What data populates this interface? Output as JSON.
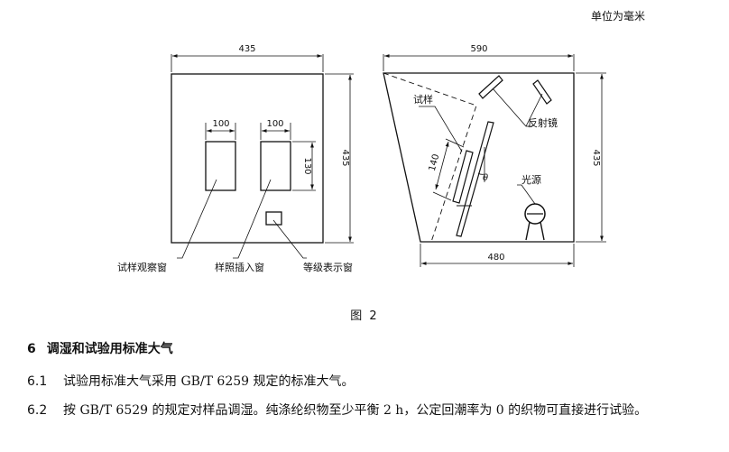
{
  "figure": {
    "unit_note": "单位为毫米",
    "caption": "图 2",
    "front_view": {
      "width_dim": "435",
      "height_dim": "435",
      "window_width_dim_1": "100",
      "window_width_dim_2": "100",
      "window_height_dim": "130",
      "label_observation_window": "试样观察窗",
      "label_sample_insert_window": "样照插入窗",
      "label_grade_display_window": "等级表示窗"
    },
    "side_view": {
      "top_width_dim": "590",
      "bottom_width_dim": "480",
      "height_dim": "435",
      "sample_length_dim": "140",
      "angle_symbol": "θ",
      "label_sample": "试样",
      "label_reflector": "反射镜",
      "label_light_source": "光源"
    }
  },
  "section": {
    "number": "6",
    "title": "调湿和试验用标准大气"
  },
  "clauses": [
    {
      "number": "6.1",
      "text": "试验用标准大气采用 GB/T 6259 规定的标准大气。"
    },
    {
      "number": "6.2",
      "text": "按 GB/T 6529 的规定对样品调湿。纯涤纶织物至少平衡 2 h，公定回潮率为 0 的织物可直接进行试验。"
    }
  ]
}
